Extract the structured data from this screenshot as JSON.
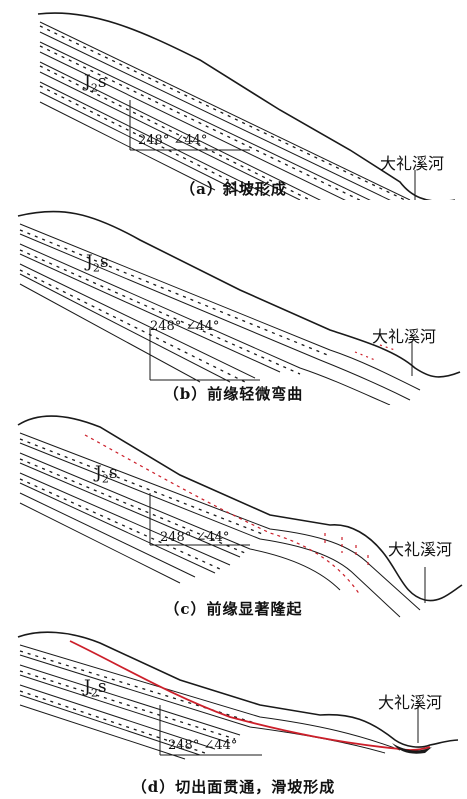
{
  "panels": [
    {
      "id": "a",
      "caption": "（a）斜坡形成",
      "river": "大礼溪河",
      "formation": {
        "main": "J",
        "sub": "2",
        "suffix": "s"
      },
      "attitude": "248°  ∠44°"
    },
    {
      "id": "b",
      "caption": "（b）前缘轻微弯曲",
      "river": "大礼溪河",
      "formation": {
        "main": "J",
        "sub": "2",
        "suffix": "s"
      },
      "attitude": "248°  ∠44°"
    },
    {
      "id": "c",
      "caption": "（c）前缘显著隆起",
      "river": "大礼溪河",
      "formation": {
        "main": "J",
        "sub": "2",
        "suffix": "s"
      },
      "attitude": "248°  ∠44°"
    },
    {
      "id": "d",
      "caption": "（d）切出面贯通，滑坡形成",
      "river": "大礼溪河",
      "formation": {
        "main": "J",
        "sub": "2",
        "suffix": "s"
      },
      "attitude": "248°  ∠44°"
    }
  ],
  "colors": {
    "line": "#1a1a1a",
    "crack": "#cc1f2a"
  }
}
